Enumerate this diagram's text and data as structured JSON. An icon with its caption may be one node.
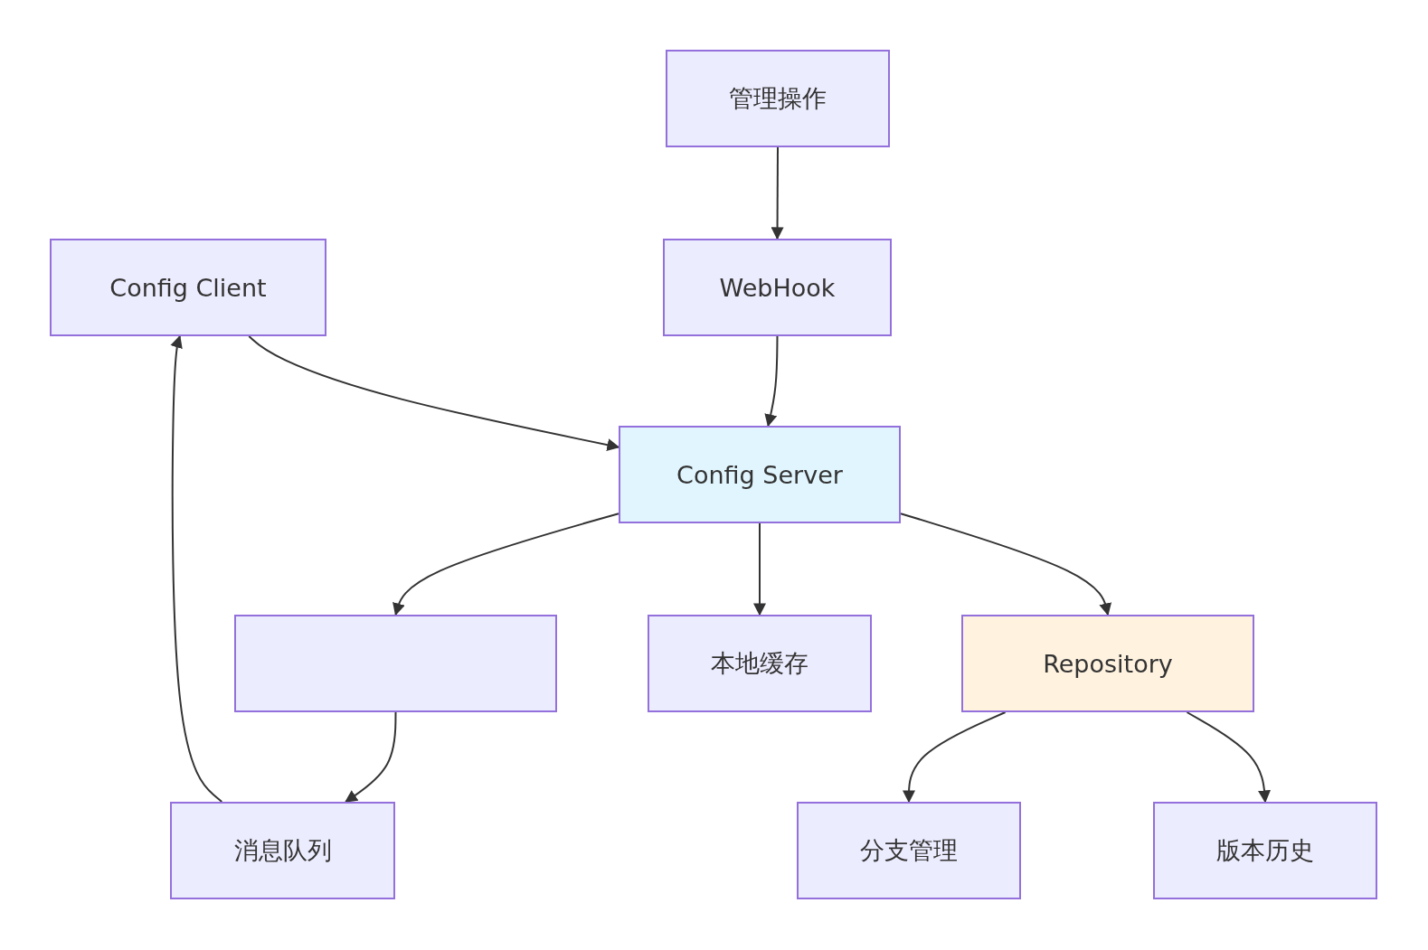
{
  "diagram": {
    "nodes": [
      {
        "text": [
          "管理操作"
        ]
      },
      {
        "text": [
          "Config Client"
        ]
      },
      {
        "text": [
          "WebHook"
        ]
      },
      {
        "text": [
          "Config Server"
        ]
      },
      {
        "text": [],
        "shape": "box"
      },
      {
        "text": [
          "本地缓存"
        ]
      },
      {
        "text": [
          "Repository"
        ]
      },
      {
        "text": [
          "消息队列"
        ]
      },
      {
        "text": [
          "分支管理"
        ]
      },
      {
        "text": [
          "版本历史"
        ]
      }
    ],
    "edges": [
      {
        "from": 0,
        "to": 2,
        "arrow": "to"
      },
      {
        "from": 1,
        "to": 3,
        "arrow": "to"
      },
      {
        "from": 2,
        "to": 3,
        "arrow": "to"
      },
      {
        "from": 3,
        "to": 4,
        "arrow": "to"
      },
      {
        "from": 3,
        "to": 5,
        "arrow": "to"
      },
      {
        "from": 3,
        "to": 6,
        "arrow": "to"
      },
      {
        "from": 4,
        "to": 7,
        "arrow": "to"
      },
      {
        "from": 7,
        "to": 1,
        "arrow": "to"
      },
      {
        "from": 6,
        "to": 8,
        "arrow": "to"
      },
      {
        "from": 6,
        "to": 9,
        "arrow": "to"
      }
    ]
  }
}
